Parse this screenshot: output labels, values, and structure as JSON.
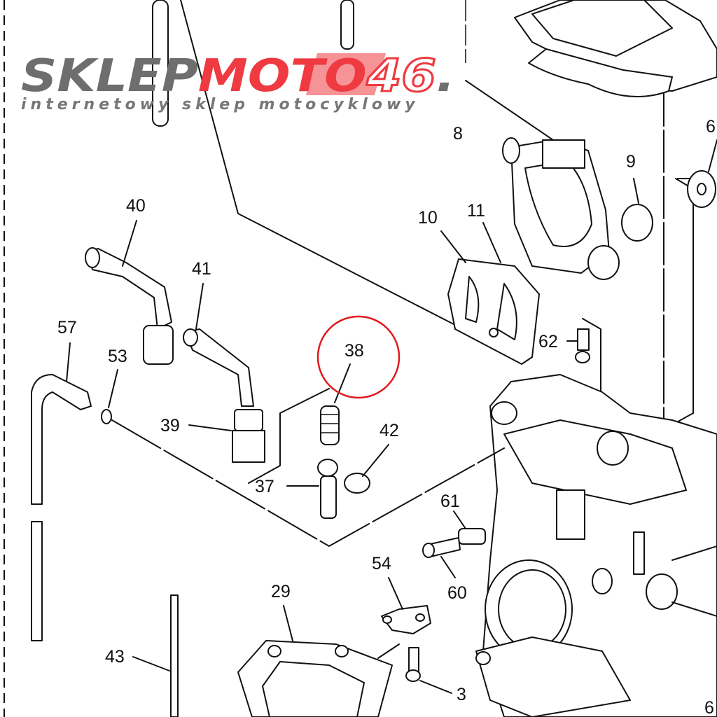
{
  "diagram": {
    "labels": {
      "p40": "40",
      "p41": "41",
      "p57": "57",
      "p53": "53",
      "p38": "38",
      "p39": "39",
      "p42": "42",
      "p37": "37",
      "p61": "61",
      "p60": "60",
      "p54": "54",
      "p29": "29",
      "p43": "43",
      "p3": "3",
      "p8": "8",
      "p9": "9",
      "p10": "10",
      "p11": "11",
      "p62": "62",
      "p6a": "6",
      "p6b": "6"
    },
    "highlight": {
      "part": "38",
      "color": "#e0191e"
    }
  },
  "watermark": {
    "part1": "SKLEP",
    "part2": "MOTO",
    "part3": "46",
    "part4": ".",
    "tagline": "internetowy sklep motocyklowy",
    "gray": "#6e6e6e",
    "red": "#ee3a40"
  }
}
